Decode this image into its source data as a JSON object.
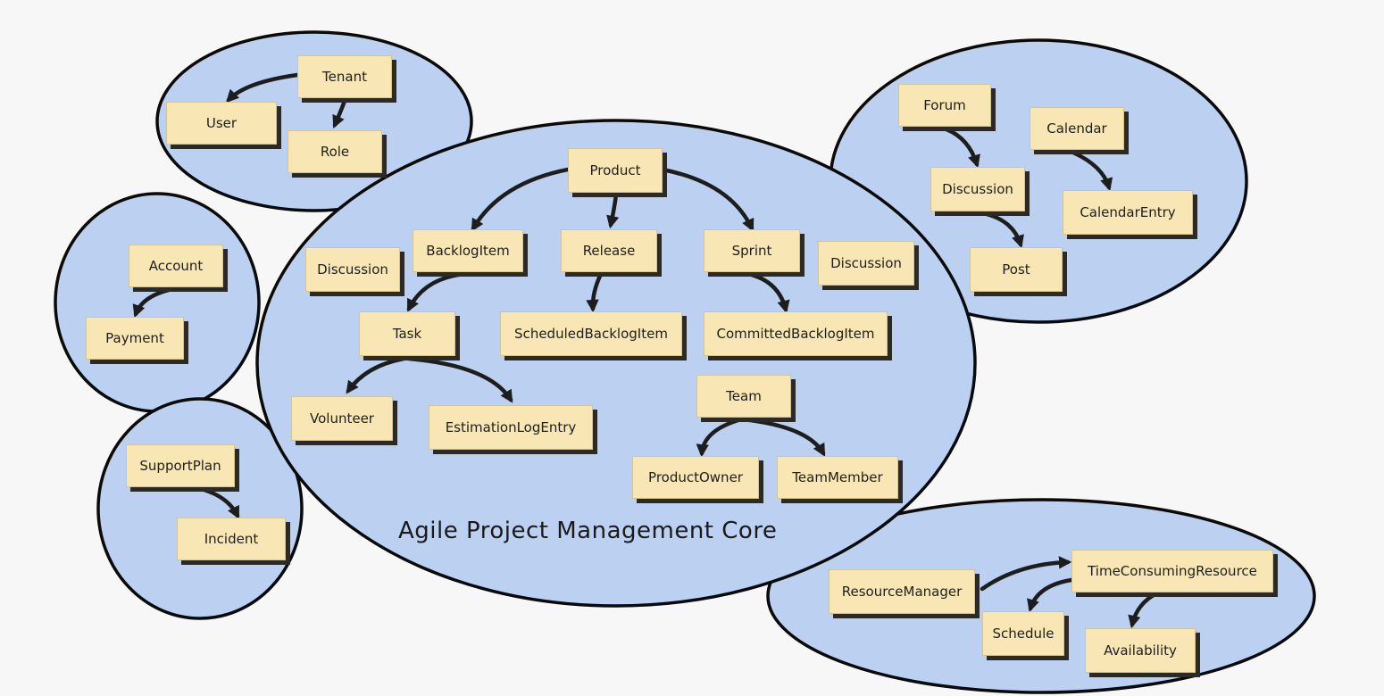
{
  "core_label": "Agile Project Management Core",
  "nodes": {
    "tenant": "Tenant",
    "user": "User",
    "role": "Role",
    "account": "Account",
    "payment": "Payment",
    "support_plan": "SupportPlan",
    "incident": "Incident",
    "product": "Product",
    "backlog_item": "BacklogItem",
    "release": "Release",
    "sprint": "Sprint",
    "discussion_core_left": "Discussion",
    "discussion_core_right": "Discussion",
    "task": "Task",
    "scheduled_backlog_item": "ScheduledBacklogItem",
    "committed_backlog_item": "CommittedBacklogItem",
    "volunteer": "Volunteer",
    "estimation_log_entry": "EstimationLogEntry",
    "team": "Team",
    "product_owner": "ProductOwner",
    "team_member": "TeamMember",
    "forum": "Forum",
    "discussion_collab": "Discussion",
    "post": "Post",
    "calendar": "Calendar",
    "calendar_entry": "CalendarEntry",
    "resource_manager": "ResourceManager",
    "time_consuming_resource": "TimeConsumingResource",
    "schedule": "Schedule",
    "availability": "Availability"
  },
  "colors": {
    "context_fill": "#bcd0f1",
    "node_fill": "#f8e7b4",
    "outline": "#0a0a0a"
  }
}
